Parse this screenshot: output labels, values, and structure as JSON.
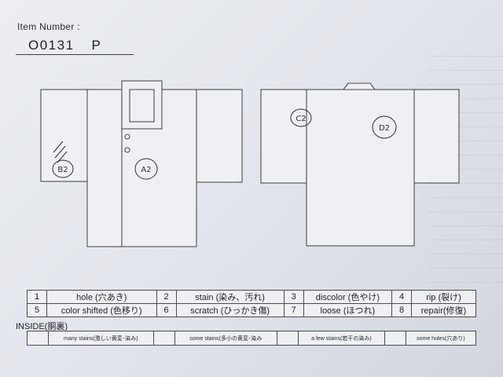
{
  "header": {
    "label": "Item Number :",
    "item_code": "O0131",
    "item_suffix": "P"
  },
  "diagram": {
    "marks": {
      "b2": "B2",
      "a2": "A2",
      "c2": "C2",
      "d2": "D2"
    }
  },
  "legend": [
    {
      "num": "1",
      "label": "hole (穴あき)"
    },
    {
      "num": "2",
      "label": "stain (染み、汚れ)"
    },
    {
      "num": "3",
      "label": "discolor (色やけ)"
    },
    {
      "num": "4",
      "label": "rip (裂け)"
    },
    {
      "num": "5",
      "label": "color shifted (色移り)"
    },
    {
      "num": "6",
      "label": "scratch (ひっかき傷)"
    },
    {
      "num": "7",
      "label": "loose (ほつれ)"
    },
    {
      "num": "8",
      "label": "repair(修復)"
    }
  ],
  "inside": {
    "title": "INSIDE(胴裏)",
    "items": [
      "many stains(激しい黄変･染み)",
      "some stains(多小の黄変･染み",
      "a few stains(若干の染み)",
      "some holes(穴あり)"
    ]
  }
}
